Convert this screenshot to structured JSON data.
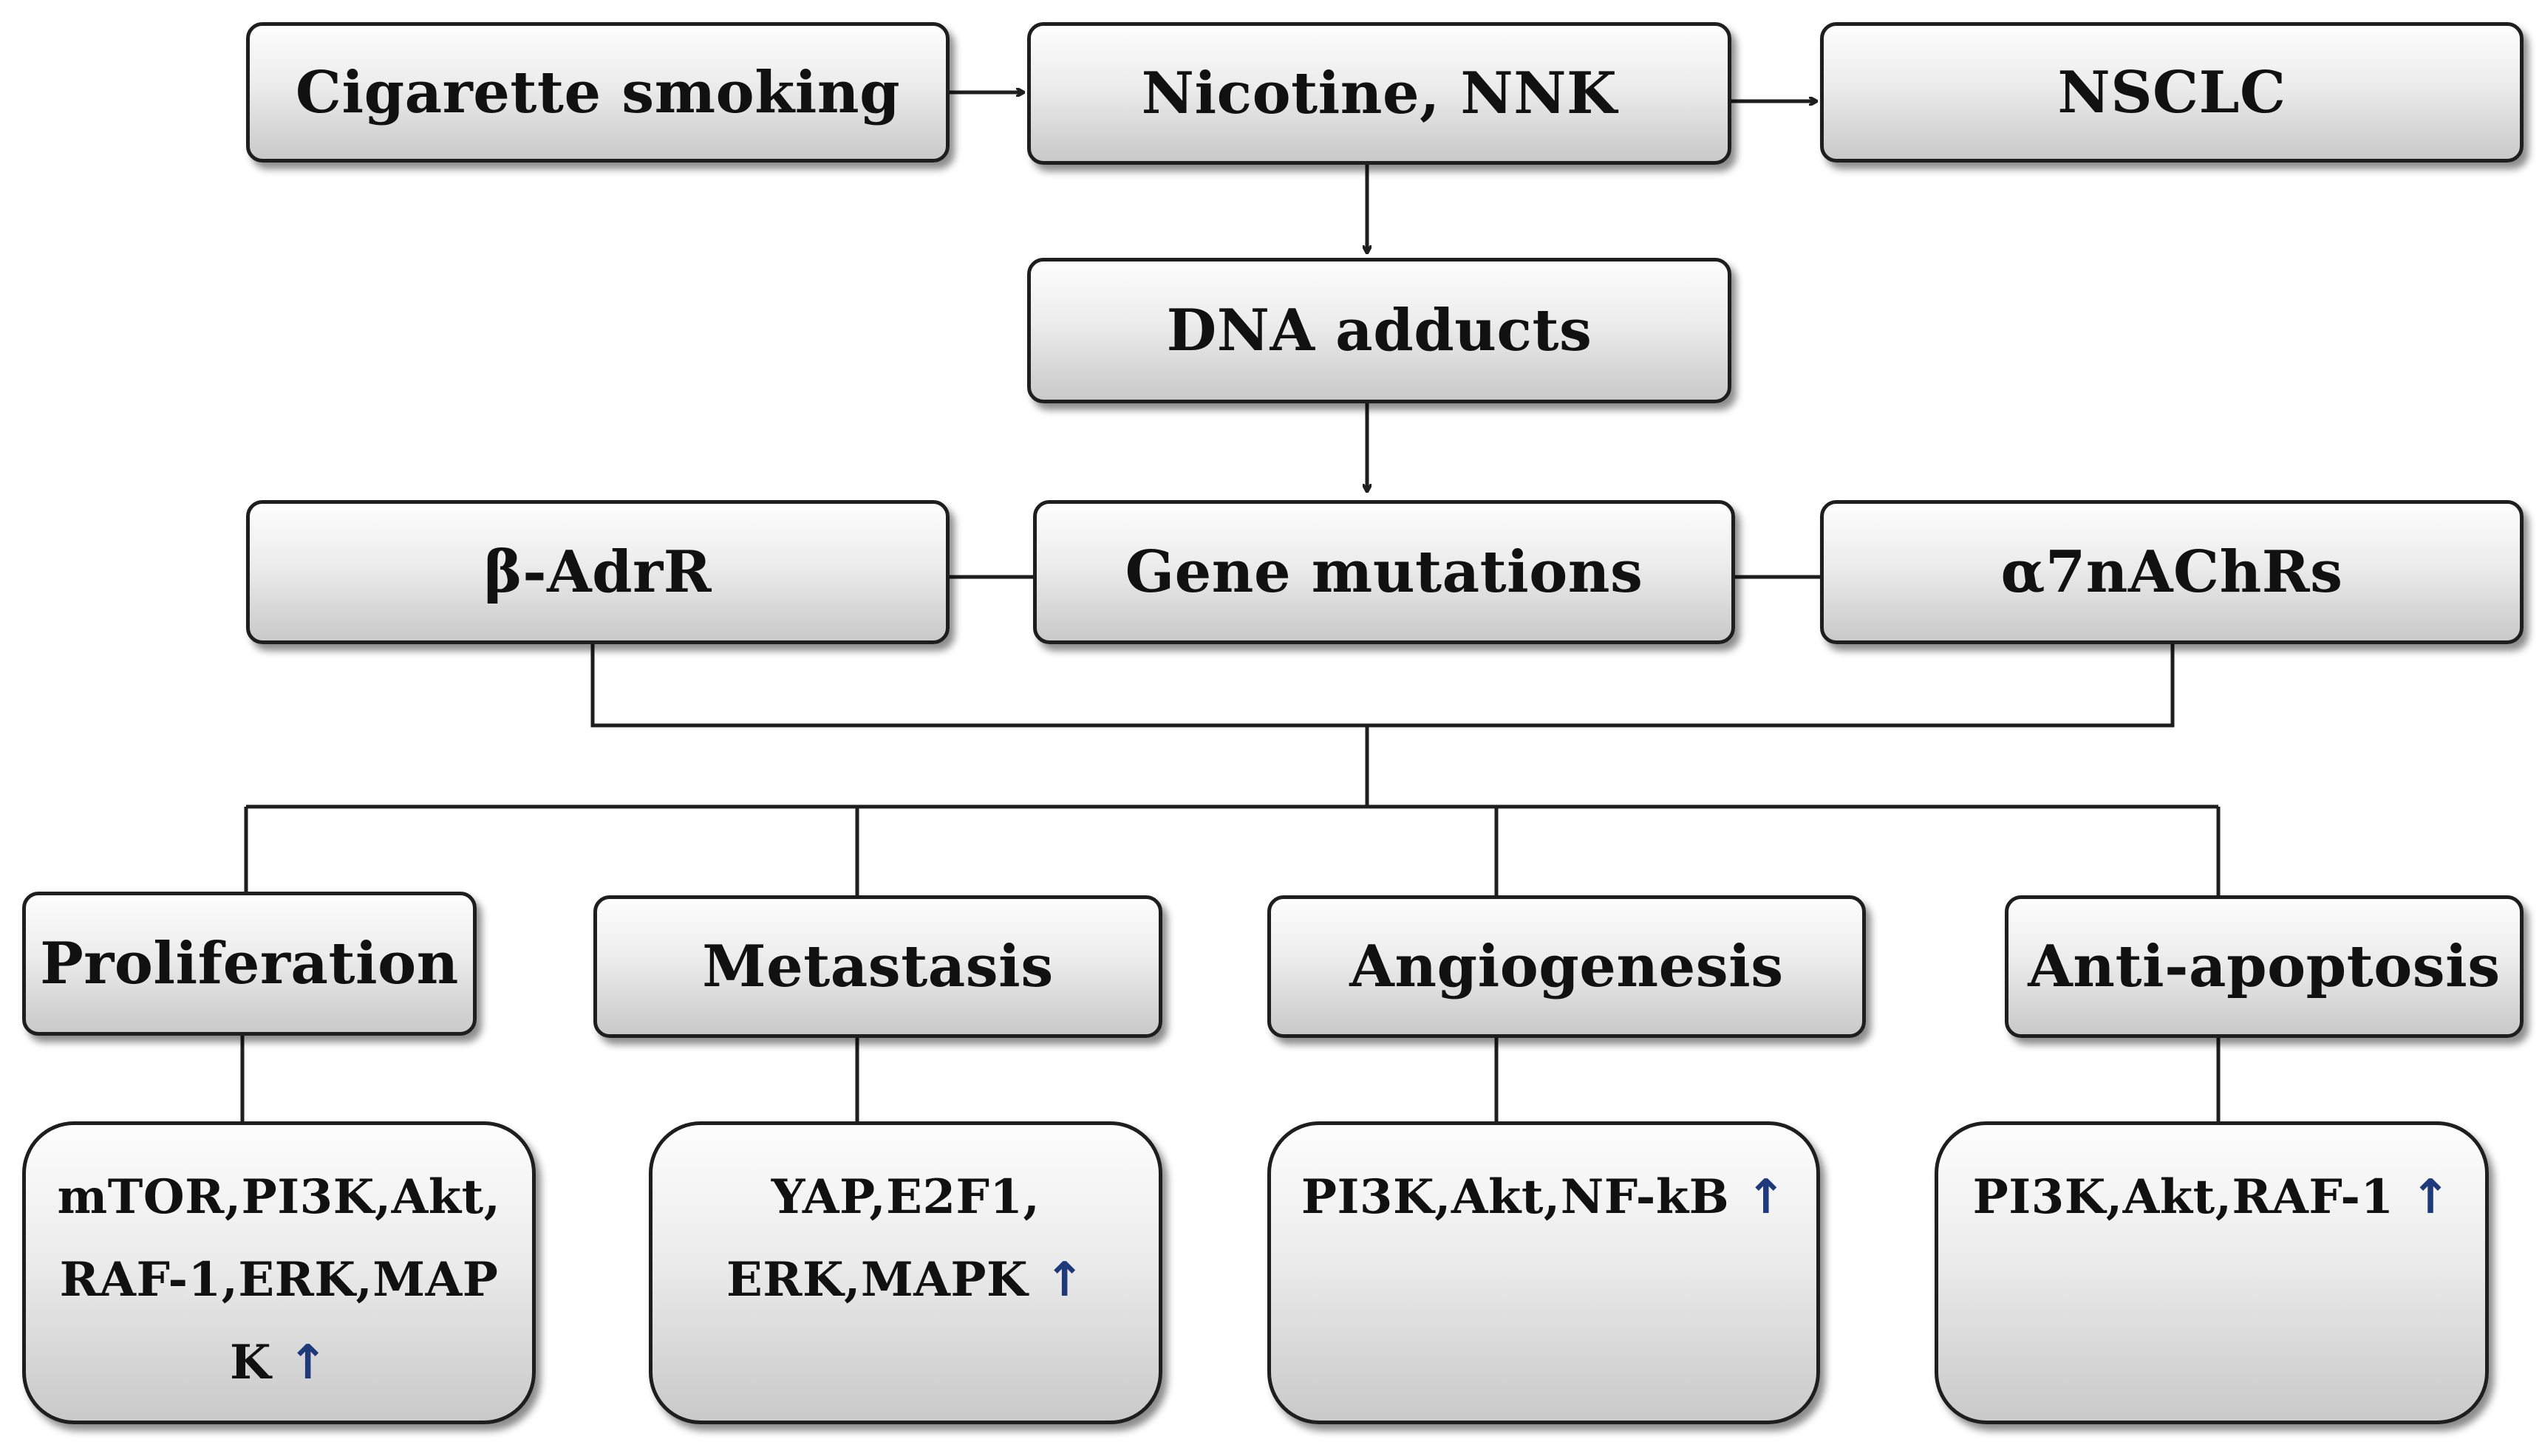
{
  "nodes": {
    "cigarette": "Cigarette smoking",
    "nicotine": "Nicotine, NNK",
    "nsclc": "NSCLC",
    "dna": "DNA adducts",
    "beta": "β-AdrR",
    "gene": "Gene mutations",
    "alpha": "α7nAChRs",
    "proliferation": "Proliferation",
    "metastasis": "Metastasis",
    "angiogenesis": "Angiogenesis",
    "antiapoptosis": "Anti-apoptosis"
  },
  "details": {
    "proliferation": {
      "text": "mTOR,PI3K,Akt,RAF-1,ERK,MAPK",
      "arrow": "↑"
    },
    "metastasis": {
      "text": "YAP,E2F1, ERK,MAPK",
      "arrow": "↑"
    },
    "angiogenesis": {
      "text": "PI3K,Akt,NF-kB",
      "arrow": "↑"
    },
    "antiapoptosis": {
      "text": "PI3K,Akt,RAF-1",
      "arrow": "↑"
    }
  }
}
